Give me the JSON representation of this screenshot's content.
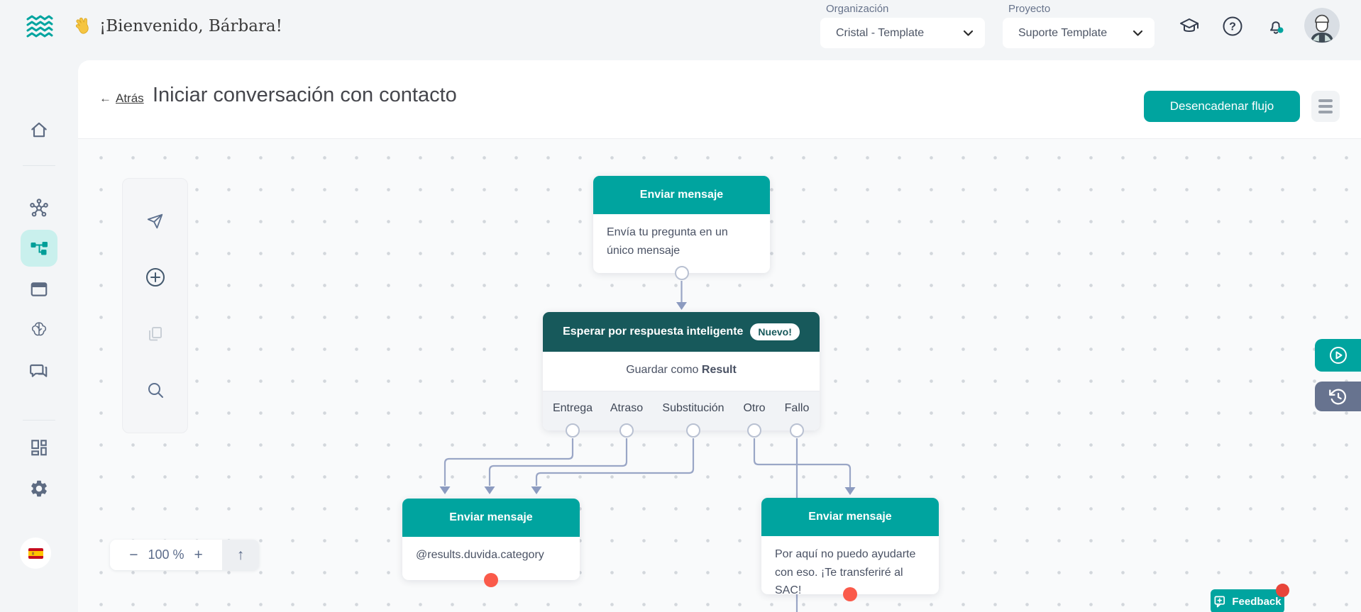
{
  "topbar": {
    "wave_emoji": "👋",
    "greeting": "¡Bienvenido, Bárbara!",
    "organization": {
      "label": "Organización",
      "value": "Cristal - Template"
    },
    "project": {
      "label": "Proyecto",
      "value": "Suporte Template"
    }
  },
  "page_header": {
    "back_arrow": "←",
    "back_label": "Atrás",
    "title": "Iniciar conversación con contacto",
    "trigger_button_label": "Desencadenar flujo"
  },
  "canvas": {
    "zoom": {
      "minus": "−",
      "level": "100 %",
      "plus": "+",
      "up_arrow": "↑"
    }
  },
  "nodes": [
    {
      "title": "Enviar mensaje",
      "body": "Envía tu pregunta en un único mensaje"
    },
    {
      "title": "Esperar por respuesta inteligente",
      "badge": "Nuevo!",
      "save_prefix": "Guardar como ",
      "save_variable": "Result",
      "categories": [
        "Entrega",
        "Atraso",
        "Substitución",
        "Otro",
        "Fallo"
      ]
    },
    {
      "title": "Enviar mensaje",
      "body": "@results.duvida.category"
    },
    {
      "title": "Enviar mensaje",
      "body": "Por aquí no puedo ayudarte con eso. ¡Te transferiré al SAC!"
    }
  ],
  "feedback": {
    "label": "Feedback"
  },
  "colors": {
    "primary_teal": "#00A49F",
    "dark_node_header": "#17595B",
    "active_sidebar_bg": "#C9F0ED",
    "connector_line": "#9AA6C6",
    "error_dot": "#FA5A4A",
    "history_tab": "#67738F",
    "feedback_alert_dot": "#E8453A"
  }
}
